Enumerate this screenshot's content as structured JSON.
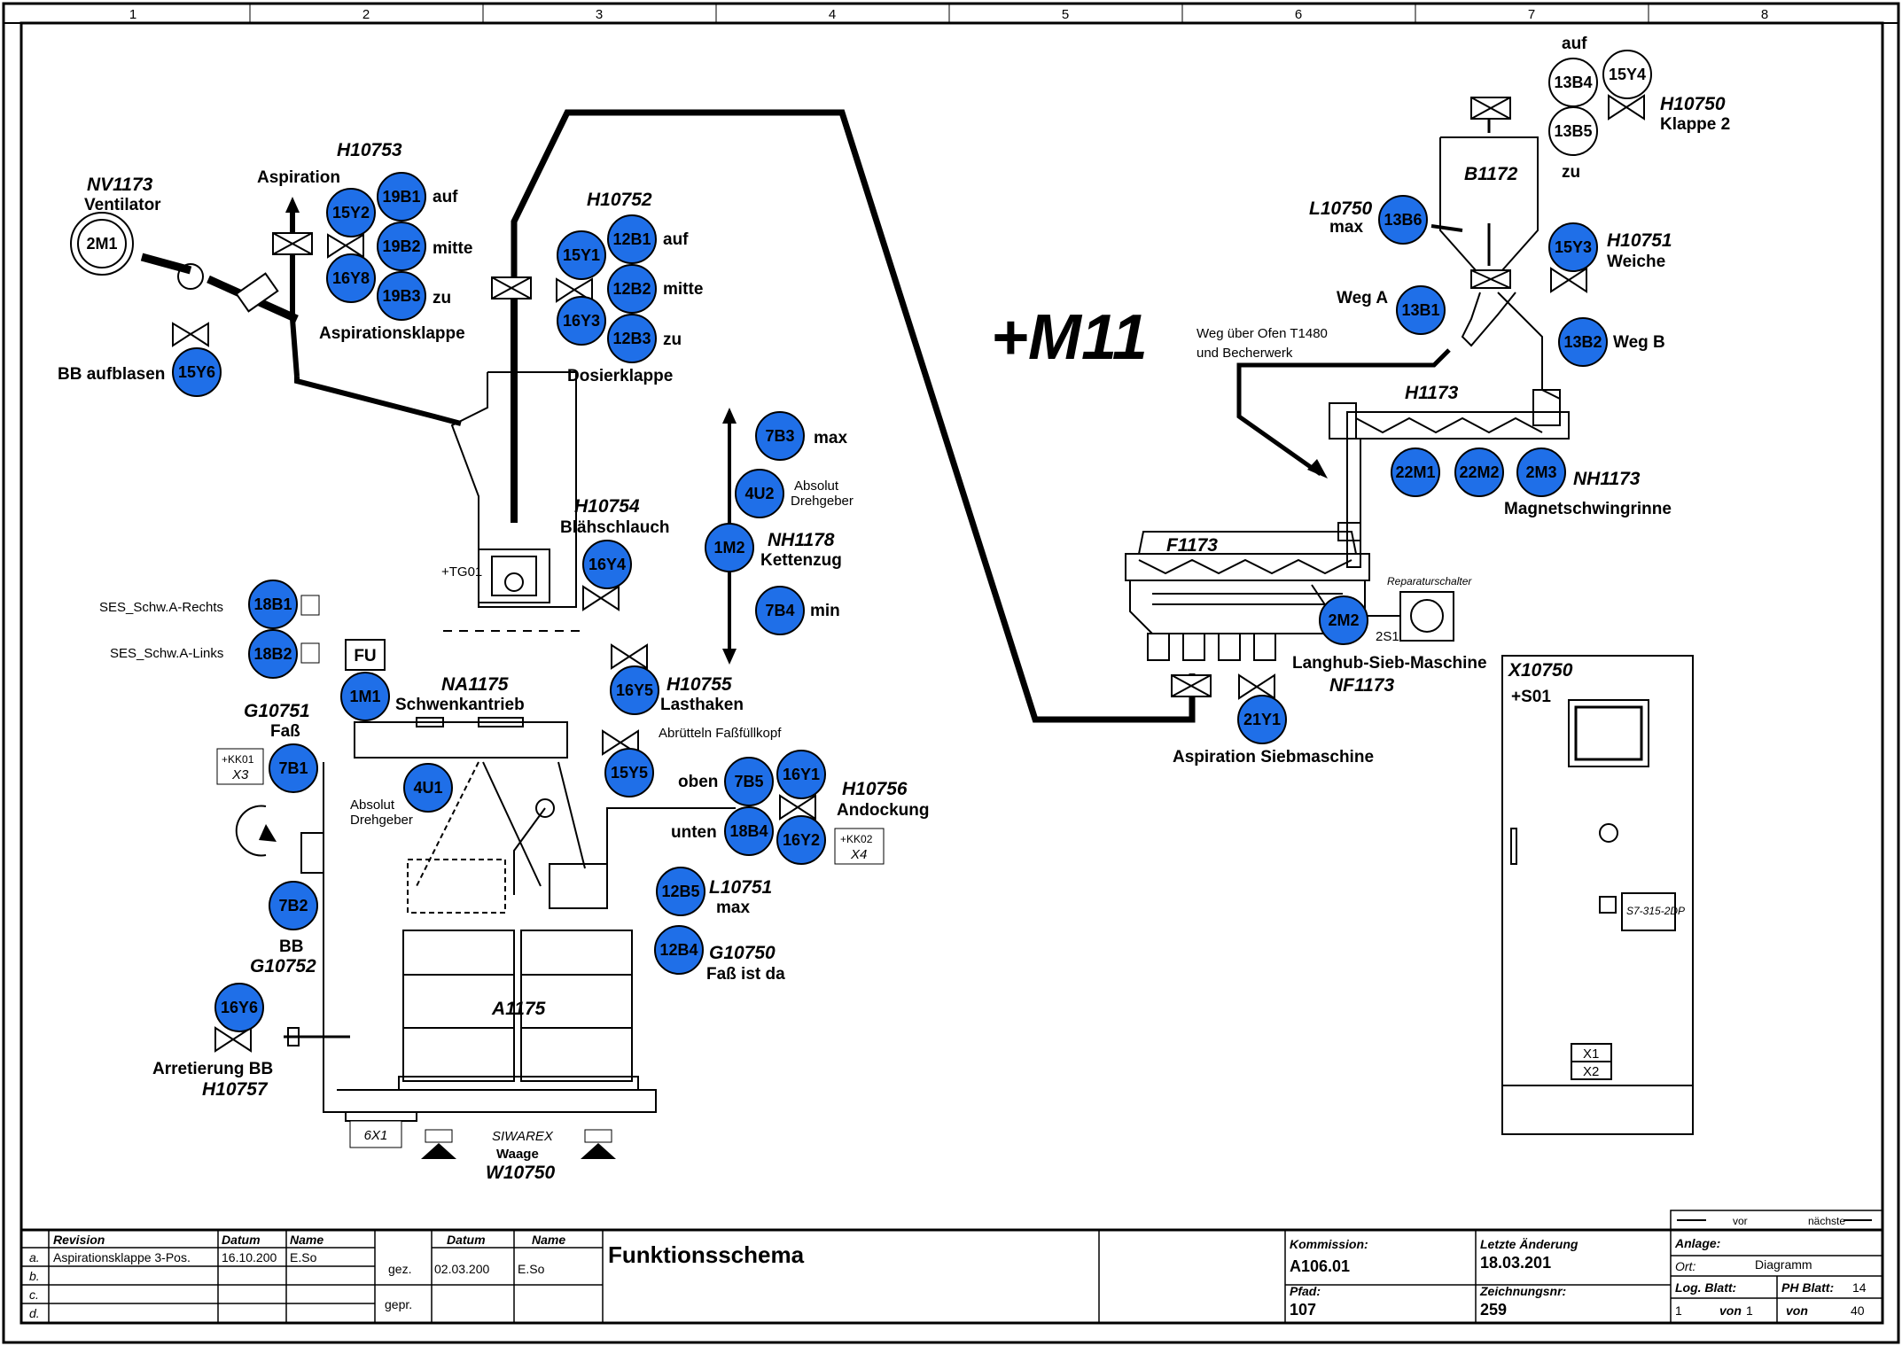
{
  "grid_columns": [
    "1",
    "2",
    "3",
    "4",
    "5",
    "6",
    "7",
    "8"
  ],
  "colors": {
    "sensor_fill": "#1f6fe8",
    "line": "#000000",
    "background": "#ffffff"
  },
  "big_title": "+M11",
  "labels": {
    "nv1173": "NV1173",
    "ventilator": "Ventilator",
    "aspiration": "Aspiration",
    "h10753": "H10753",
    "asp_klappe": "Aspirationsklappe",
    "bb_aufblasen": "BB aufblasen",
    "auf": "auf",
    "mitte": "mitte",
    "zu": "zu",
    "h10752": "H10752",
    "dosierklappe": "Dosierklappe",
    "tg01": "+TG01",
    "h10754": "H10754",
    "blaehschlauch": "Blähschlauch",
    "ses_rechts": "SES_Schw.A-Rechts",
    "ses_links": "SES_Schw.A-Links",
    "fu": "FU",
    "na1175": "NA1175",
    "schwenkantrieb": "Schwenkantrieb",
    "h10755": "H10755",
    "lasthaken": "Lasthaken",
    "g10751": "G10751",
    "fass": "Faß",
    "kk01": "+KK01",
    "x3": "X3",
    "absolut_drehgeber": "Absolut",
    "drehgeber": "Drehgeber",
    "abruetteln": "Abrütteln Faßfüllkopf",
    "oben": "oben",
    "unten": "unten",
    "h10756": "H10756",
    "andockung": "Andockung",
    "kk02": "+KK02",
    "x4": "X4",
    "l10751": "L10751",
    "max": "max",
    "min": "min",
    "g10750": "G10750",
    "fass_ist_da": "Faß ist da",
    "bb": "BB",
    "g10752": "G10752",
    "a1175": "A1175",
    "arretierung": "Arretierung BB",
    "h10757": "H10757",
    "x6x1": "6X1",
    "siwarex": "SIWAREX",
    "waage": "Waage",
    "w10750": "W10750",
    "nh1178": "NH1178",
    "kettenzug": "Kettenzug",
    "h10750": "H10750",
    "klappe2": "Klappe 2",
    "b1172": "B1172",
    "l10750": "L10750",
    "h10751": "H10751",
    "weiche": "Weiche",
    "weg_a": "Weg A",
    "weg_b": "Weg B",
    "weg_ueber1": "Weg über Ofen T1480",
    "weg_ueber2": "und Becherwerk",
    "h1173": "H1173",
    "nh1173": "NH1173",
    "magnetschwingrinne": "Magnetschwingrinne",
    "f1173": "F1173",
    "reparaturschalter": "Reparaturschalter",
    "s2s1": "2S1",
    "langhub": "Langhub-Sieb-Maschine",
    "nf1173": "NF1173",
    "aspiration_sieb": "Aspiration Siebmaschine",
    "x10750": "X10750",
    "s01": "+S01",
    "x1": "X1",
    "x2": "X2",
    "cab_label": "S7-315-2DP"
  },
  "sensors": [
    {
      "id": "2M1"
    },
    {
      "id": "15Y2"
    },
    {
      "id": "19B1"
    },
    {
      "id": "19B2"
    },
    {
      "id": "16Y8"
    },
    {
      "id": "19B3"
    },
    {
      "id": "15Y6"
    },
    {
      "id": "15Y1"
    },
    {
      "id": "12B1"
    },
    {
      "id": "12B2"
    },
    {
      "id": "16Y3"
    },
    {
      "id": "12B3"
    },
    {
      "id": "16Y4"
    },
    {
      "id": "18B1"
    },
    {
      "id": "18B2"
    },
    {
      "id": "1M1"
    },
    {
      "id": "16Y5"
    },
    {
      "id": "7B1"
    },
    {
      "id": "4U1"
    },
    {
      "id": "15Y5"
    },
    {
      "id": "7B5"
    },
    {
      "id": "16Y1"
    },
    {
      "id": "18B4"
    },
    {
      "id": "16Y2"
    },
    {
      "id": "12B5"
    },
    {
      "id": "12B4"
    },
    {
      "id": "7B2"
    },
    {
      "id": "16Y6"
    },
    {
      "id": "7B3"
    },
    {
      "id": "4U2"
    },
    {
      "id": "1M2"
    },
    {
      "id": "7B4"
    },
    {
      "id": "13B4"
    },
    {
      "id": "15Y4"
    },
    {
      "id": "13B5"
    },
    {
      "id": "13B6"
    },
    {
      "id": "15Y3"
    },
    {
      "id": "13B1"
    },
    {
      "id": "13B2"
    },
    {
      "id": "22M1"
    },
    {
      "id": "22M2"
    },
    {
      "id": "2M3"
    },
    {
      "id": "2M2"
    },
    {
      "id": "21Y1"
    }
  ],
  "title_block": {
    "revision_header": "Revision",
    "datum_header": "Datum",
    "name_header": "Name",
    "rows": [
      {
        "letter": "a.",
        "revision": "Aspirationsklappe 3-Pos.",
        "datum": "16.10.200",
        "name": "E.So"
      },
      {
        "letter": "b.",
        "revision": "",
        "datum": "",
        "name": ""
      },
      {
        "letter": "c.",
        "revision": "",
        "datum": "",
        "name": ""
      },
      {
        "letter": "d.",
        "revision": "",
        "datum": "",
        "name": ""
      }
    ],
    "gez": "gez.",
    "gepr": "gepr.",
    "gez_datum": "02.03.200",
    "gez_name": "E.So",
    "title": "Funktionsschema",
    "kommission_label": "Kommission:",
    "kommission": "A106.01",
    "pfad_label": "Pfad:",
    "pfad": "107",
    "letzte_label": "Letzte Änderung",
    "letzte": "18.03.201",
    "zeich_label": "Zeichnungsnr:",
    "zeich": "259",
    "vor": "vor",
    "naechste": "nächste",
    "anlage_label": "Anlage:",
    "ort_label": "Ort:",
    "ort": "Diagramm",
    "log_blatt_label": "Log. Blatt:",
    "ph_blatt_label": "PH Blatt:",
    "ph_blatt": "14",
    "log_von_a": "1",
    "von": "von",
    "log_von_b": "1",
    "gesamt": "40"
  }
}
